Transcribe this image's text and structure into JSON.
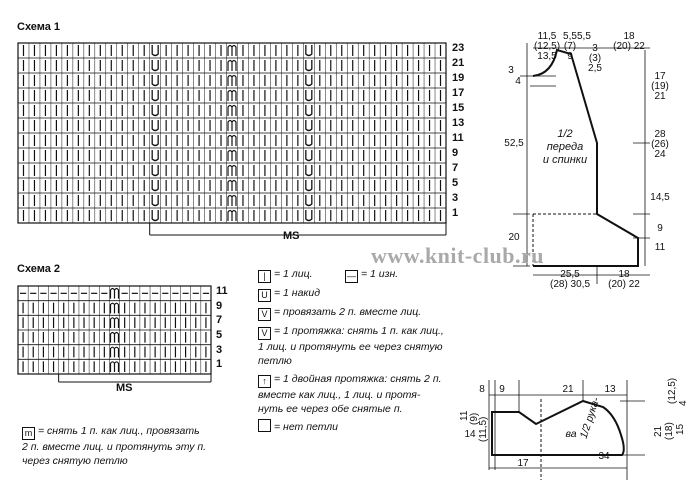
{
  "schema1": {
    "title": "Схема 1",
    "rows": [
      "23",
      "21",
      "19",
      "17",
      "15",
      "13",
      "11",
      "9",
      "7",
      "5",
      "3",
      "1"
    ],
    "ms": "MS"
  },
  "schema2": {
    "title": "Схема 2",
    "rows": [
      "11",
      "9",
      "7",
      "5",
      "3",
      "1"
    ],
    "ms": "MS"
  },
  "legend": {
    "knit": "= 1 лиц.",
    "purl": "= 1 изн.",
    "yo": "= 1 накид",
    "k2tog": "= провязать 2 п. вместе лиц.",
    "skp_l1": "= 1 протяжка: снять 1 п. как лиц.,",
    "skp_l2": "1 лиц. и протянуть ее через снятую",
    "skp_l3": "петлю",
    "dbl_l1": "= 1 двойная протяжка: снять 2 п.",
    "dbl_l2": "вместе как лиц., 1 лиц. и протя-",
    "dbl_l3": "нуть ее через обе снятые п.",
    "nostitch": "= нет петли",
    "cdd_l1": "= снять 1 п. как лиц., провязать",
    "cdd_l2": "2 п. вместе лиц. и протянуть эту п.",
    "cdd_l3": "через снятую петлю",
    "sym_k": "|",
    "sym_p": "—",
    "sym_yo": "U",
    "sym_k2": "V",
    "sym_dbl": "↑",
    "sym_cdd": "m"
  },
  "watermark": "www.knit-club.ru",
  "body_schematic": {
    "label_l1": "1/2",
    "label_l2": "переда",
    "label_l3": "и спинки",
    "top_a1": "11,5",
    "top_a2": "(12,5)",
    "top_a3": "13,5",
    "top_b1": "5,5",
    "top_b2": "(7)",
    "top_b3": "9",
    "top_c1": "5,5",
    "top_c2": "3",
    "top_c3": "(3)",
    "top_c4": "2,5",
    "top_d1": "18",
    "top_d2": "(20) 22",
    "left_3": "3",
    "left_4": "4",
    "left_525": "52,5",
    "left_20": "20",
    "right_a1": "17",
    "right_a2": "(19)",
    "right_a3": "21",
    "right_b1": "28",
    "right_b2": "(26)",
    "right_b3": "24",
    "right_c": "14,5",
    "right_d": "9",
    "right_e": "11",
    "bottom_a1": "25,5",
    "bottom_a2": "(28) 30,5",
    "bottom_b1": "18",
    "bottom_b2": "(20) 22"
  },
  "sleeve_schematic": {
    "label_l1": "1/2",
    "label_l2": "рука-",
    "label_l3": "ва",
    "top_8": "8",
    "top_9": "9",
    "top_21": "21",
    "top_13": "13",
    "right_12": "(12,5)",
    "right_4": "4",
    "right_15": "15",
    "right_18": "(18)",
    "right_21": "21",
    "left_9": "(9)",
    "left_11": "(11,5)",
    "left_14": "14",
    "left_11b": "11",
    "bottom_17": "17",
    "bottom_34": "34"
  }
}
